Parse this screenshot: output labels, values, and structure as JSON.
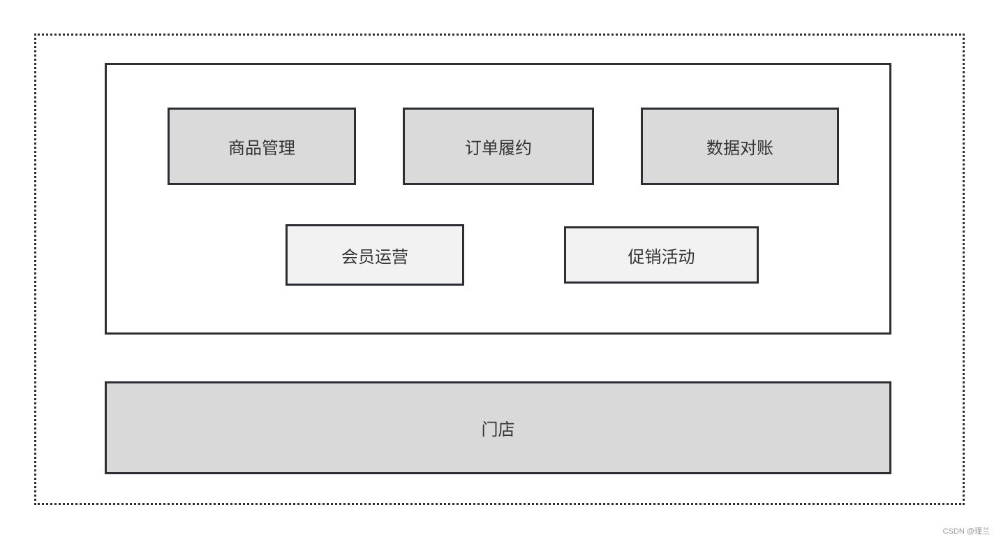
{
  "modules": [
    {
      "label": "商品管理"
    },
    {
      "label": "订单履约"
    },
    {
      "label": "数据对账"
    },
    {
      "label": "会员运营"
    },
    {
      "label": "促销活动"
    }
  ],
  "base": {
    "label": "门店"
  },
  "watermark": "CSDN @瑾兰",
  "colors": {
    "border": "#2b2f33",
    "dark_fill": "#dadada",
    "light_fill": "#f2f2f2",
    "base_fill": "#d9d9d9"
  }
}
